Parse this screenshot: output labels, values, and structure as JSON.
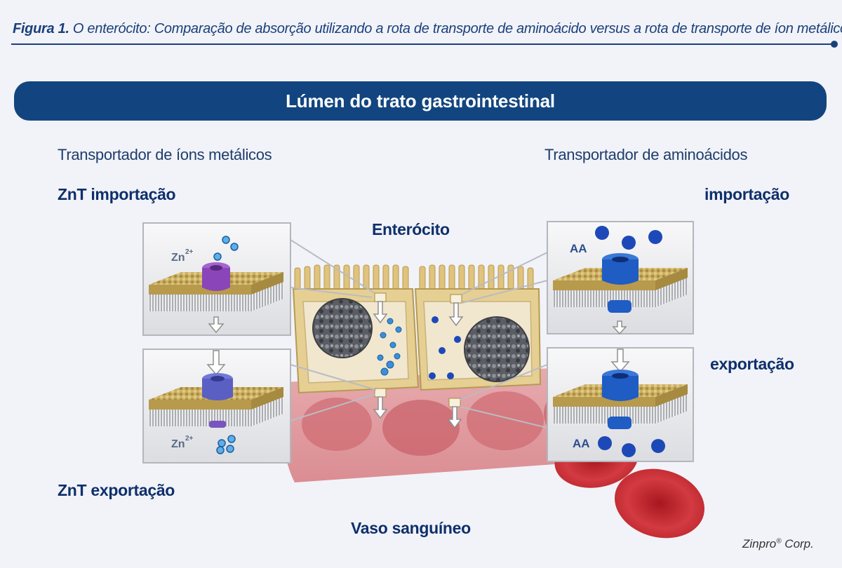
{
  "caption": {
    "lead": "Figura 1.",
    "text": " O enterócito: Comparação de absorção utilizando a rota de transporte de aminoácido versus a rota de transporte de íon metálico."
  },
  "banner": "Lúmen do trato gastrointestinal",
  "labels": {
    "metal_transporter": "Transportador de íons metálicos",
    "aa_transporter": "Transportador de aminoácidos",
    "znt_import": "ZnT importação",
    "znt_export": "ZnT exportação",
    "aa_import": "importação",
    "aa_export": "exportação",
    "enterocyte": "Enterócito",
    "blood_vessel": "Vaso sanguíneo",
    "zn_label": "Zn",
    "zn_charge": "2+",
    "aa_label": "AA"
  },
  "credit": {
    "name": "Zinpro",
    "mark": "®",
    "suffix": " Corp."
  },
  "colors": {
    "navy": "#12457f",
    "zinc_transporter": "#8a46b8",
    "aa_transporter": "#1f5cc4",
    "membrane": "#cbb066",
    "cell": "#e6cf93",
    "blood": "#c9333a"
  }
}
